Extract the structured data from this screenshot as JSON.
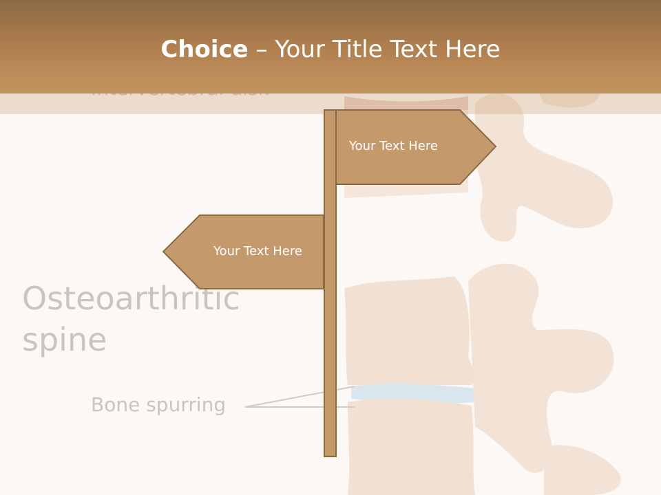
{
  "title": {
    "bold_part": "Choice",
    "rest": " – Your Title Text Here"
  },
  "background_labels": {
    "heading_line1": "Osteoarthritic",
    "heading_line2": "spine",
    "bone_spurring": "Bone spurring",
    "partial_label": "Intervertebral disk"
  },
  "signs": {
    "right_sign": "Your Text Here",
    "left_sign": "Your Text Here"
  },
  "colors": {
    "title_bar": "#b07f4e",
    "sign_fill": "#c49a6c",
    "sign_stroke": "#8a6a45",
    "bone": "#f3e3d6"
  }
}
